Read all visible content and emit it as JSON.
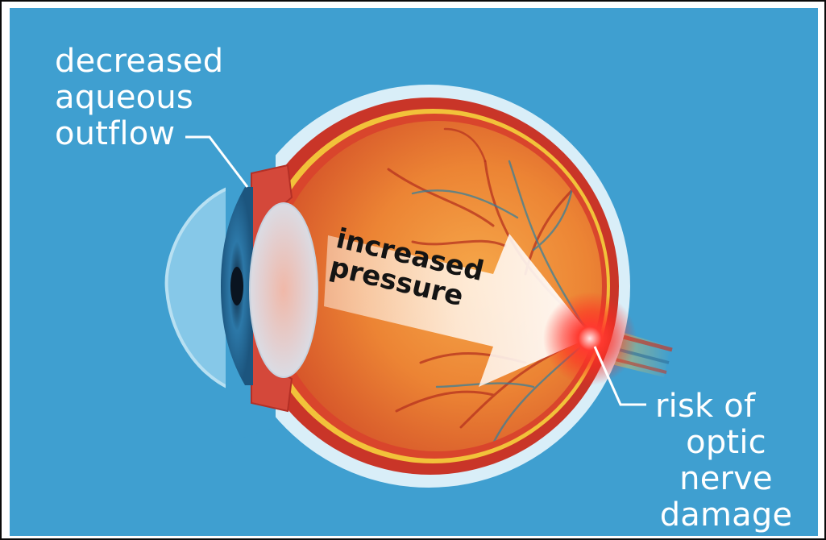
{
  "labels": {
    "aqueous": [
      "decreased",
      "aqueous",
      "outflow"
    ],
    "pressure": [
      "increased",
      "pressure"
    ],
    "nerve": [
      "risk of",
      "optic nerve",
      "damage"
    ]
  },
  "colors": {
    "background": "#3f9fd0",
    "sclera_outer": "#d9eef8",
    "choroid": "#c93528",
    "retina_yellow": "#f2c23a",
    "vitreous": "#e8762f",
    "lens": "#dfe4ec",
    "iris": "#2a6e9e",
    "cornea": "#86c8e8",
    "arrow": "#fff6ec",
    "hotspot": "#ff2222"
  }
}
